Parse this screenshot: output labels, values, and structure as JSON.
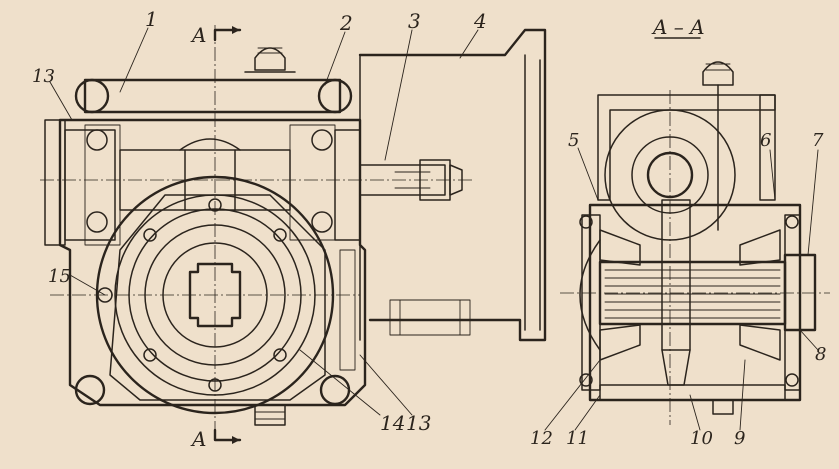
{
  "section_title": "A – A",
  "section_marks": [
    "A",
    "A"
  ],
  "callouts_left": {
    "n1": "1",
    "n2": "2",
    "n3": "3",
    "n4": "4",
    "n13a": "13",
    "n15": "15",
    "n14": "14",
    "n13b": "13"
  },
  "callouts_right": {
    "n5": "5",
    "n6": "6",
    "n7": "7",
    "n8": "8",
    "n9": "9",
    "n10": "10",
    "n11": "11",
    "n12": "12"
  },
  "colors": {
    "paper": "#efe0cb",
    "ink": "#2b241d"
  }
}
